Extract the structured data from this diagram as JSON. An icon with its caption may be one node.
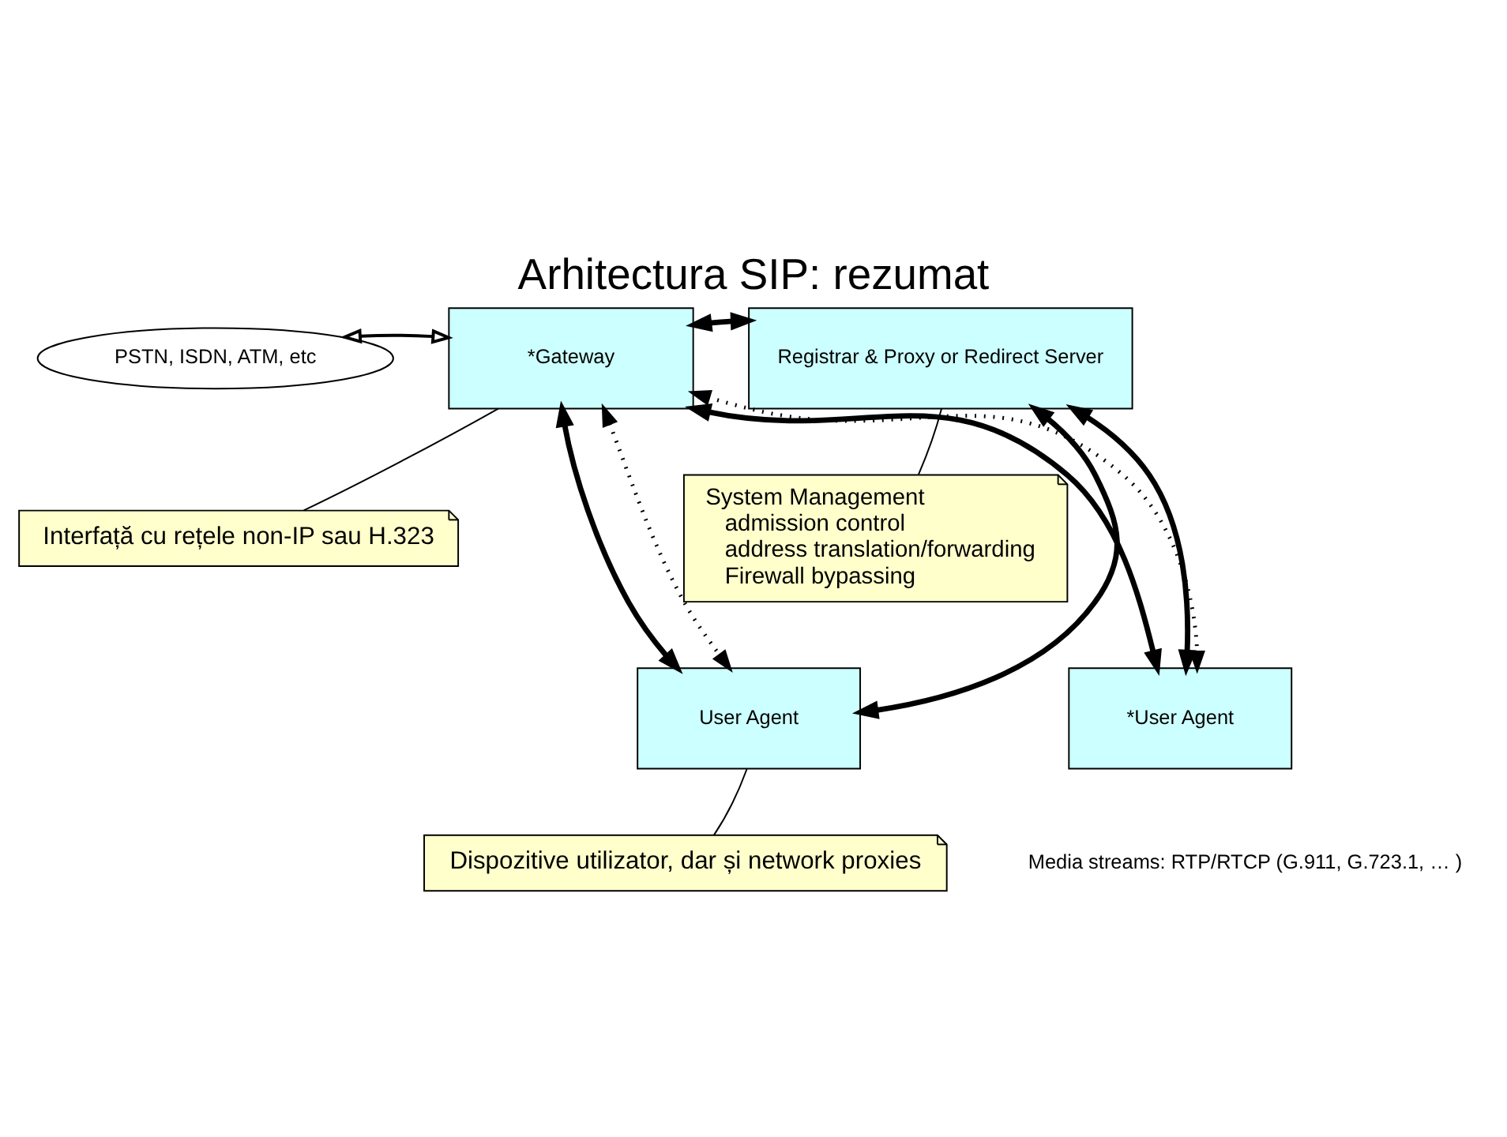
{
  "diagram": {
    "title": "Arhitectura SIP: rezumat",
    "nodes": [
      {
        "text": [
          "PSTN, ISDN, ATM, etc"
        ]
      },
      {
        "text": [
          "*Gateway"
        ]
      },
      {
        "text": [
          "Registrar & Proxy or Redirect Server"
        ]
      },
      {
        "text": [
          "User Agent"
        ]
      },
      {
        "text": [
          "*User Agent"
        ]
      },
      {
        "text": [
          "Interfață cu rețele non-IP sau H.323"
        ]
      },
      {
        "text": [
          "System Management",
          "admission control",
          "address translation/forwarding",
          "Firewall bypassing"
        ]
      },
      {
        "text": [
          "Dispozitive utilizator, dar și network proxies"
        ]
      }
    ],
    "edges": [
      {
        "from": 0,
        "to": 1,
        "arrow": "both"
      },
      {
        "from": 2,
        "to": 1,
        "arrow": "both"
      },
      {
        "from": 1,
        "to": 3,
        "arrow": "both"
      },
      {
        "from": 1,
        "to": 4,
        "arrow": "both"
      },
      {
        "from": 2,
        "to": 3,
        "arrow": "both"
      },
      {
        "from": 2,
        "to": 4,
        "arrow": "both"
      },
      {
        "from": 1,
        "to": 3,
        "arrow": "both",
        "style": "dashed"
      },
      {
        "from": 1,
        "to": 4,
        "arrow": "both",
        "style": "dashed"
      },
      {
        "from": 5,
        "to": 1,
        "arrow": "none"
      },
      {
        "from": 6,
        "to": 2,
        "arrow": "none"
      },
      {
        "from": 7,
        "to": 3,
        "arrow": "none"
      }
    ],
    "labels": [
      "Media streams: RTP/RTCP (G.911, G.723.1, … )"
    ]
  }
}
